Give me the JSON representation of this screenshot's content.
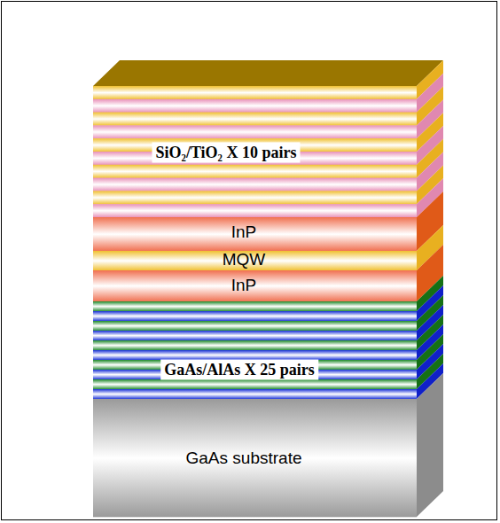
{
  "diagram": {
    "labels": [
      "SiO₂/TiO₂ X 10 pairs",
      "InP",
      "MQW",
      "InP",
      "GaAs/AlAs X 25 pairs",
      "GaAs substrate"
    ]
  }
}
